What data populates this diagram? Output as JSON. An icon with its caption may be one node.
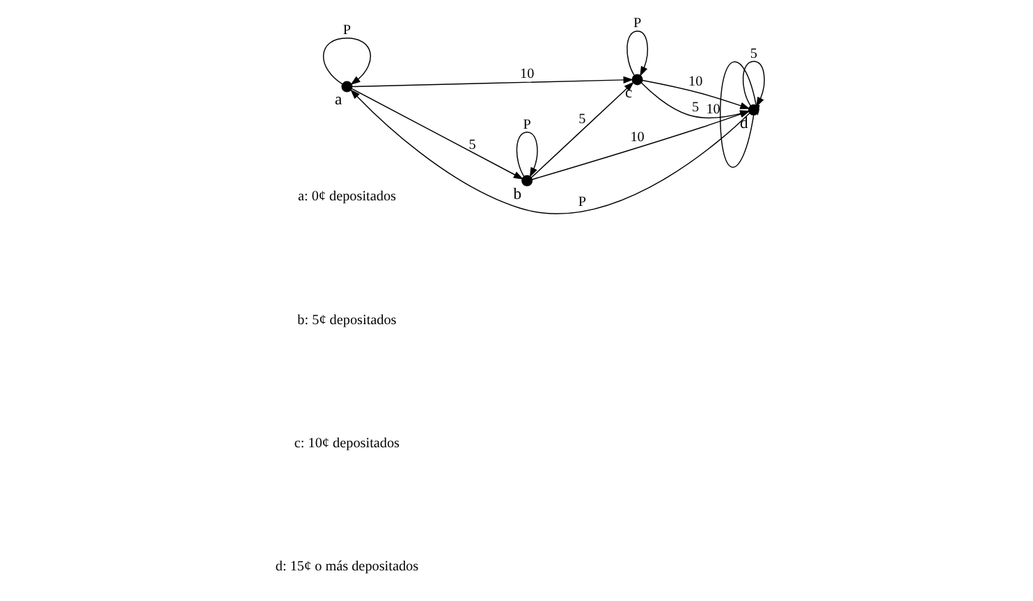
{
  "diagram": {
    "nodes": [
      {
        "text": [],
        "shape": "circle",
        "beside": [
          "a"
        ]
      },
      {
        "text": [],
        "shape": "circle",
        "beside": [
          "b"
        ]
      },
      {
        "text": [],
        "shape": "circle",
        "beside": [
          "c"
        ]
      },
      {
        "text": [],
        "shape": "circle",
        "beside": [
          "d"
        ]
      }
    ],
    "edges": [
      {
        "from": 0,
        "to": 2,
        "arrow": "to",
        "label": "10"
      },
      {
        "from": 0,
        "to": 0,
        "arrow": "to",
        "label": "P"
      },
      {
        "from": 1,
        "to": 1,
        "arrow": "to",
        "label": "P"
      },
      {
        "from": 2,
        "to": 2,
        "arrow": "to",
        "label": "P"
      },
      {
        "from": 2,
        "to": 3,
        "arrow": "to",
        "label": "10"
      },
      {
        "from": 3,
        "to": 3,
        "arrow": "to",
        "label": "5"
      },
      {
        "from": 3,
        "to": 3,
        "arrow": "to",
        "label": "10"
      },
      {
        "from": 0,
        "to": 1,
        "arrow": "to",
        "label": "5"
      },
      {
        "from": 1,
        "to": 2,
        "arrow": "to",
        "label": "5"
      },
      {
        "from": 2,
        "to": 3,
        "arrow": "to",
        "label": "5"
      },
      {
        "from": 1,
        "to": 3,
        "arrow": "to",
        "label": "10"
      },
      {
        "from": 3,
        "to": 0,
        "arrow": "to",
        "label": "P"
      }
    ],
    "labels": [
      "a: 0¢ depositados",
      "b: 5¢ depositados",
      "c: 10¢ depositados",
      "d: 15¢ o más depositados"
    ]
  }
}
